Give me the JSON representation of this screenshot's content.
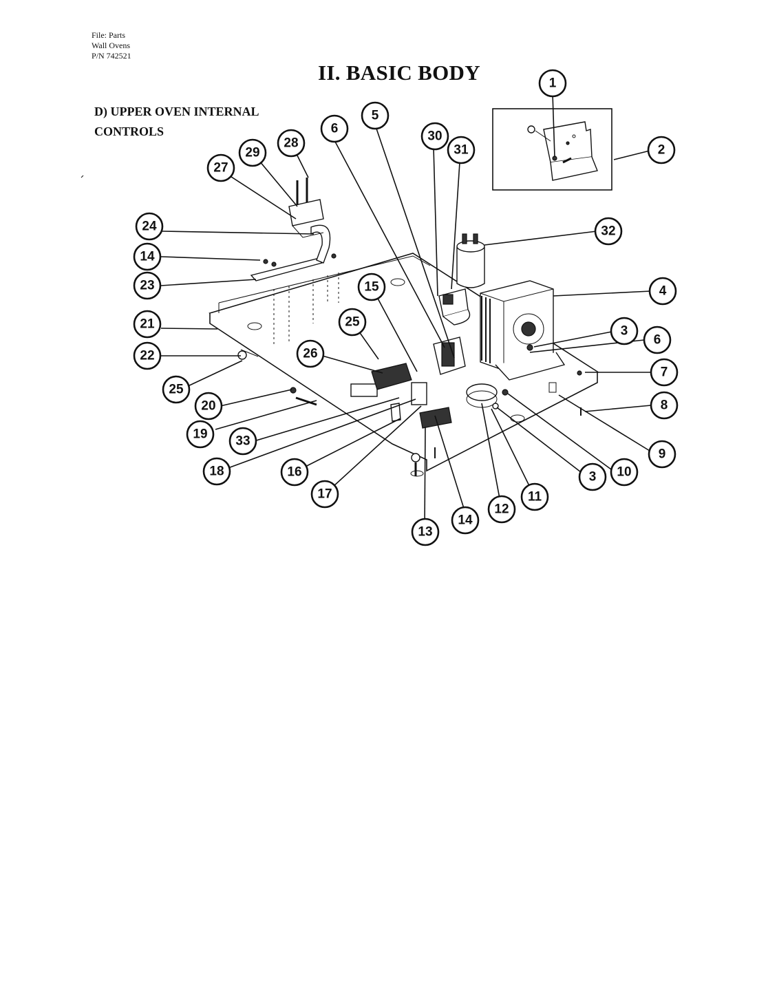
{
  "header": {
    "file_line1": "File: Parts",
    "file_line2": "Wall Ovens",
    "file_line3": "P/N 742521"
  },
  "title": "II. BASIC BODY",
  "section": {
    "line1": "D) UPPER OVEN INTERNAL",
    "line2": "CONTROLS"
  },
  "callouts": [
    "1",
    "2",
    "3",
    "4",
    "5",
    "6",
    "7",
    "8",
    "9",
    "10",
    "11",
    "12",
    "13",
    "14",
    "15",
    "16",
    "17",
    "18",
    "19",
    "20",
    "21",
    "22",
    "23",
    "24",
    "25",
    "26",
    "27",
    "28",
    "29",
    "30",
    "31",
    "32",
    "33"
  ]
}
